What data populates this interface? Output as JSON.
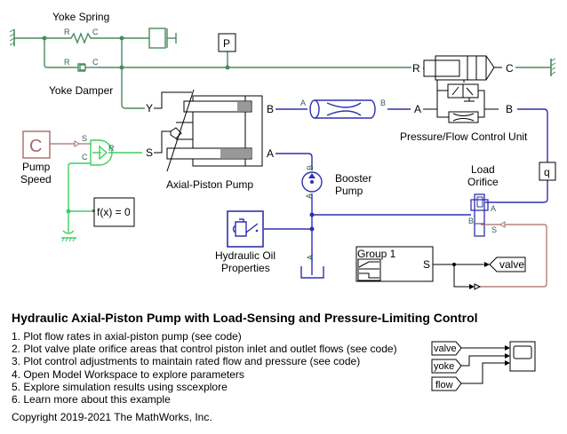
{
  "colors": {
    "mechanical": "#4a8a5c",
    "hydraulic": "#3030b0",
    "rotational": "#3fcf5f",
    "physical_signal": "#a86a6a",
    "signal": "#000000"
  },
  "blocks": {
    "yoke_spring": {
      "label": "Yoke Spring",
      "port_r": "R",
      "port_c": "C"
    },
    "yoke_damper": {
      "label": "Yoke Damper",
      "port_r": "R",
      "port_c": "C"
    },
    "p_sensor": {
      "label": "P"
    },
    "axial_pump": {
      "label": "Axial-Piston Pump",
      "port_y": "Y",
      "port_s": "S",
      "port_b": "B",
      "port_a": "A"
    },
    "pipe": {
      "port_a": "A",
      "port_b": "B"
    },
    "control_unit": {
      "label": "Pressure/Flow Control Unit",
      "port_r": "R",
      "port_c": "C",
      "port_a": "A",
      "port_b": "B"
    },
    "pump_speed": {
      "label_line1": "Pump",
      "label_line2": "Speed",
      "glyph": "C"
    },
    "speed_source": {
      "port_s": "S",
      "port_c": "C",
      "port_r": "R"
    },
    "solver": {
      "label": "f(x) = 0"
    },
    "booster_pump": {
      "label_line1": "Booster",
      "label_line2": "Pump",
      "port_a": "A",
      "port_b": "B"
    },
    "oil_props": {
      "label_line1": "Hydraulic Oil",
      "label_line2": "Properties"
    },
    "tank": {
      "port_a": "A"
    },
    "load_orifice": {
      "label_line1": "Load",
      "label_line2": "Orifice",
      "port_a": "A",
      "port_b": "B",
      "port_s": "S"
    },
    "flow_sensor": {
      "label": "q"
    },
    "signal_builder": {
      "label": "Group 1",
      "port_s": "S"
    },
    "goto_valve": {
      "label": "valve"
    },
    "scope_from": [
      "valve",
      "yoke",
      "flow"
    ]
  },
  "annotation": {
    "title": "Hydraulic Axial-Piston Pump with Load-Sensing and Pressure-Limiting Control",
    "links": [
      "1. Plot flow rates in axial-piston pump (see code)",
      "2. Plot valve plate orifice areas that control piston inlet and outlet flows (see code)",
      "3. Plot control adjustments to maintain rated flow and pressure (see code)",
      "4. Open Model Workspace to explore parameters",
      "5. Explore simulation results using sscexplore",
      "6. Learn more about this example"
    ],
    "copyright": "Copyright 2019-2021 The MathWorks, Inc."
  }
}
